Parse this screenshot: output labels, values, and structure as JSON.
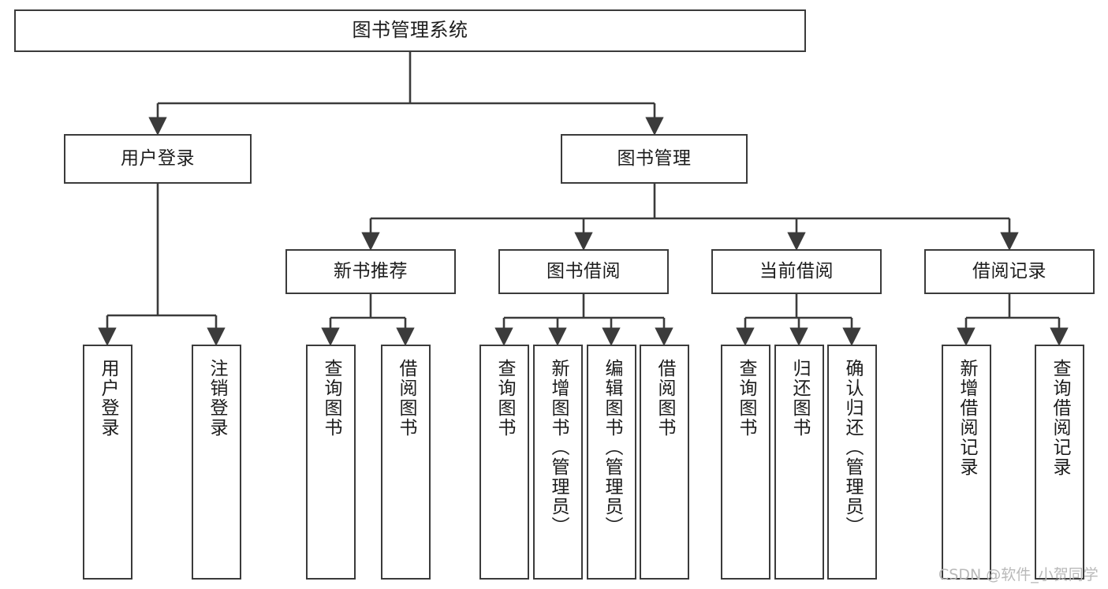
{
  "diagram": {
    "title": "图书管理系统",
    "type": "hierarchy-tree",
    "line_color": "#3b3b3b",
    "box_fill": "#ffffff",
    "text_color": "#1c1c1c",
    "nodes": {
      "root": {
        "label": "图书管理系统"
      },
      "level2": [
        {
          "id": "user-login",
          "label": "用户登录"
        },
        {
          "id": "book-management",
          "label": "图书管理"
        }
      ],
      "level3": [
        {
          "id": "new-book-recommend",
          "label": "新书推荐"
        },
        {
          "id": "book-borrow",
          "label": "图书借阅"
        },
        {
          "id": "current-borrow",
          "label": "当前借阅"
        },
        {
          "id": "borrow-record",
          "label": "借阅记录"
        }
      ],
      "leaves": {
        "user_login": [
          {
            "id": "leaf-user-login",
            "label": "用户登录"
          },
          {
            "id": "leaf-logout-login",
            "label": "注销登录"
          }
        ],
        "new_book_recommend": [
          {
            "id": "leaf-query-book-1",
            "label": "查询图书"
          },
          {
            "id": "leaf-borrow-book-1",
            "label": "借阅图书"
          }
        ],
        "book_borrow": [
          {
            "id": "leaf-query-book-2",
            "label": "查询图书"
          },
          {
            "id": "leaf-add-book",
            "label": "新增图书（管理员）"
          },
          {
            "id": "leaf-edit-book",
            "label": "编辑图书（管理员）"
          },
          {
            "id": "leaf-borrow-book-2",
            "label": "借阅图书"
          }
        ],
        "current_borrow": [
          {
            "id": "leaf-query-book-3",
            "label": "查询图书"
          },
          {
            "id": "leaf-return-book",
            "label": "归还图书"
          },
          {
            "id": "leaf-confirm-return",
            "label": "确认归还（管理员）"
          }
        ],
        "borrow_record": [
          {
            "id": "leaf-add-record",
            "label": "新增借阅记录"
          },
          {
            "id": "leaf-query-record",
            "label": "查询借阅记录"
          }
        ]
      }
    }
  },
  "watermark": {
    "text": "CSDN @软件_小贺同学",
    "color": "#b9b9b9"
  }
}
